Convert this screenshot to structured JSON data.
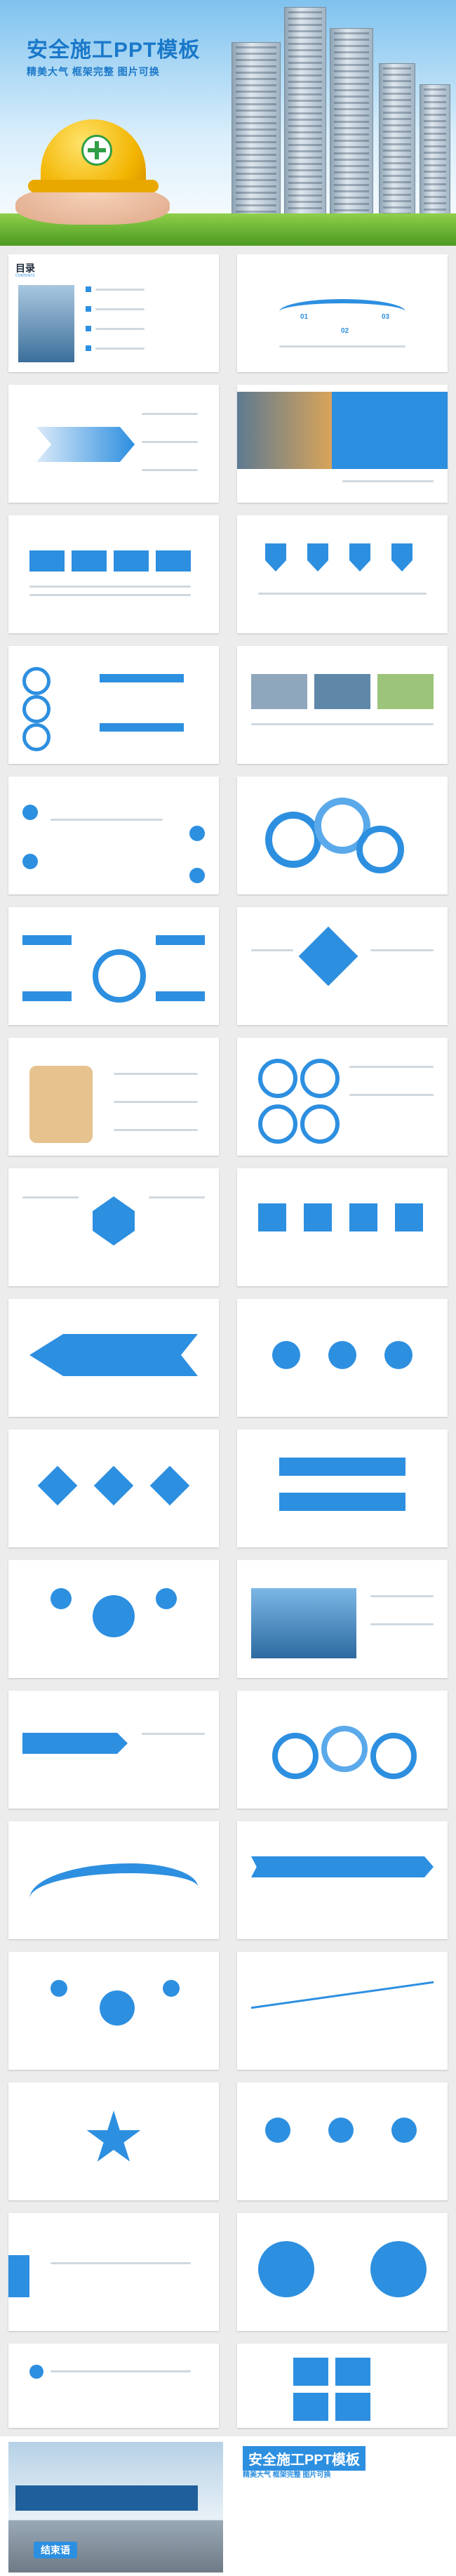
{
  "hero": {
    "title": "安全施工PPT模板",
    "subtitle": "精美大气  框架完整  图片可换"
  },
  "toc": {
    "title": "目录",
    "subtitle": "CONTENTS"
  },
  "footer": {
    "title": "安全施工PPT模板",
    "subtitle": "精美大气  框架完整  图片可换",
    "end_label": "结束语"
  },
  "colors": {
    "accent": "#2d8fe0",
    "title_blue": "#1a78c9"
  }
}
